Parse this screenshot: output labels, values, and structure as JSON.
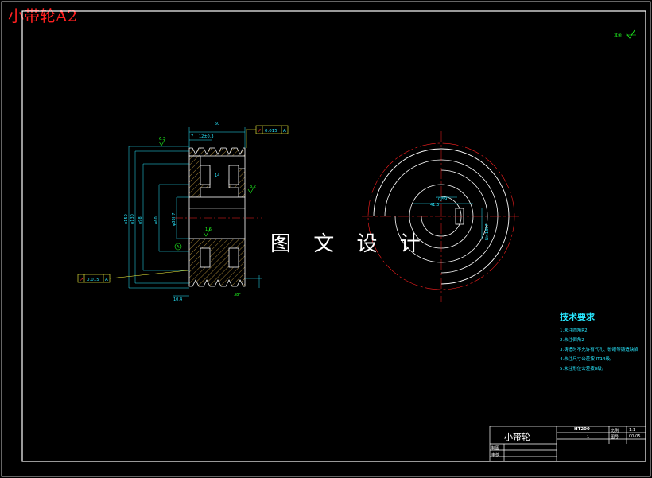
{
  "title": "小带轮A2",
  "watermark": "图 文 设 计",
  "roughness_note": "其余",
  "dimensions": {
    "width_50": "50",
    "pitch_7": "7",
    "groove_12": "12±0.3",
    "d150": "φ150",
    "d130": "φ130",
    "d98": "φ98",
    "d60": "φ60",
    "bore": "φ38H7",
    "keyway_width": "10JS9",
    "keyway_depth": "41.3",
    "roughness_63": "6.3",
    "roughness_16": "1.6",
    "roughness_32": "3.2",
    "groove_angle": "38°",
    "min_dim": "10.4",
    "hub_width": "14",
    "tolerance_note": "0.015",
    "datum_a": "A",
    "key_fit": "N×1807"
  },
  "tolerance_frames": [
    {
      "symbol": "↗",
      "value": "0.015",
      "datum": "A"
    },
    {
      "symbol": "↗",
      "value": "0.015",
      "datum": "A"
    }
  ],
  "tech_requirements": {
    "heading": "技术要求",
    "items": [
      "1.未注圆角R2",
      "2.未注倒角2",
      "3.铸造时不允许有气孔、砂眼等铸造缺陷",
      "4.未注尺寸公差按 IT14级。",
      "5.未注形位公差按8级。"
    ]
  },
  "title_block": {
    "part_name": "小带轮",
    "material": "HT200",
    "scale_label": "比例",
    "scale_value": "1:1",
    "quantity": "1",
    "drawing_no_label": "图号",
    "drawing_no": "00-05",
    "drawn_label": "制图",
    "checked_label": "审核"
  },
  "colors": {
    "frame": "#ffffff",
    "dimension": "#28e8ff",
    "center_line": "#ff2020",
    "annotation": "#20ff20",
    "hatch": "#c8a040",
    "leader": "#ffff40"
  }
}
